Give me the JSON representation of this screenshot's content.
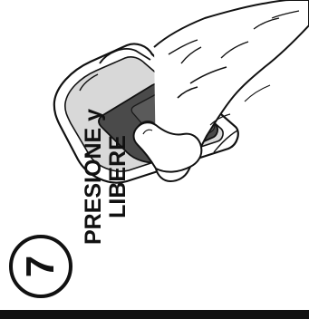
{
  "step": {
    "number": "7",
    "line1": "PRESIONE y",
    "line2": "LIBERE"
  },
  "colors": {
    "ink": "#111111",
    "device_gray": "#7a7a7a",
    "panel_dark": "#4a4a4a",
    "background": "#ffffff"
  },
  "icons": {
    "illustration": "hand-pressing-button-icon"
  }
}
